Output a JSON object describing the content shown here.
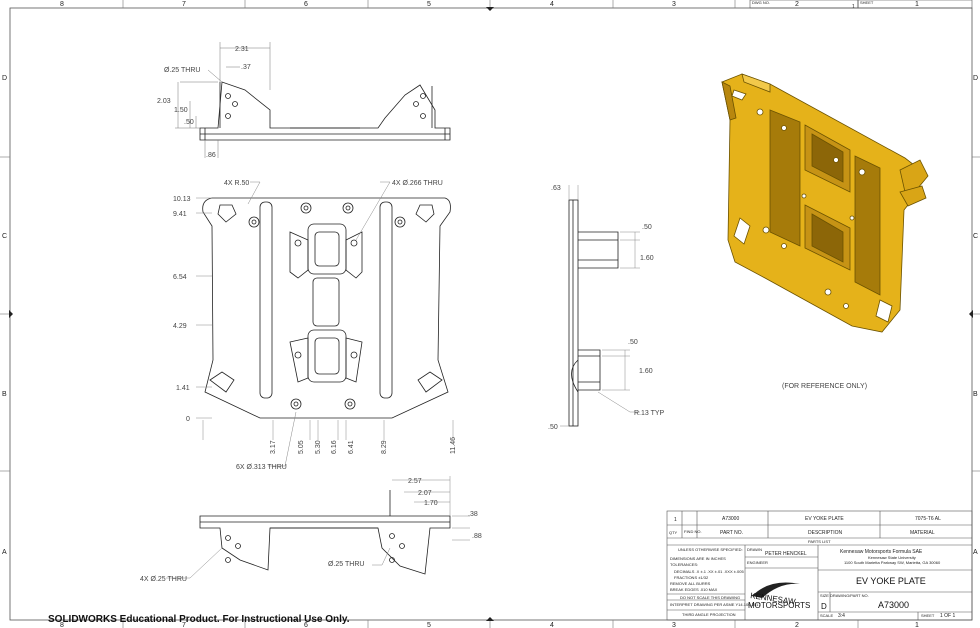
{
  "zones": {
    "top": [
      "8",
      "7",
      "6",
      "5",
      "4",
      "3",
      "2",
      "1"
    ],
    "bottom": [
      "8",
      "7",
      "6",
      "5",
      "4",
      "3",
      "2",
      "1"
    ],
    "left": [
      "D",
      "C",
      "B",
      "A"
    ],
    "right": [
      "D",
      "C",
      "B",
      "A"
    ]
  },
  "top_view": {
    "dims": [
      "2.31",
      ".37",
      "2.03",
      "1.50",
      ".50",
      ".86"
    ],
    "hole_note": "Ø.25 THRU"
  },
  "front_view": {
    "radius_note": "4X R.50",
    "hole_note": "4X Ø.266 THRU",
    "hole_note2": "6X Ø.313 THRU",
    "left_dims": [
      "10.13",
      "9.41",
      "6.54",
      "4.29",
      "1.41",
      "0"
    ],
    "bottom_dims": [
      "3.17",
      "5.05",
      "5.30",
      "6.16",
      "6.41",
      "8.29",
      "11.46"
    ]
  },
  "side_view": {
    "dims": [
      ".63",
      ".50",
      "1.60",
      ".50",
      "1.60",
      ".50"
    ],
    "radius_note": "R.13 TYP"
  },
  "bottom_view": {
    "dims": [
      "2.57",
      "2.07",
      "1.70",
      ".38",
      ".88"
    ],
    "hole_note_left": "4X Ø.25 THRU",
    "hole_note_right": "Ø.25 THRU"
  },
  "reference_note": "(FOR REFERENCE ONLY)",
  "title_block": {
    "dwg_no_label": "DWG NO.",
    "sheet_label": "SHEET",
    "sheet_top": "1",
    "parts_row": {
      "qty": "1",
      "part_no": "A73000",
      "description": "EV YOKE PLATE",
      "material": "7075-T6 AL"
    },
    "headers": {
      "qty": "QTY",
      "find_no": "FIND NO.",
      "part_no": "PART NO.",
      "description": "DESCRIPTION",
      "material": "MATERIAL"
    },
    "parts_list": "PARTS LIST",
    "unless": "UNLESS OTHERWISE SPECIFIED:",
    "dims_note": "DIMENSIONS ARE IN INCHES",
    "tolerances": "TOLERANCES:",
    "decimals": "DECIMALS .X ±.1 .XX ±.01 .XXX ±.005",
    "fractions": "FRACTIONS ±1/32",
    "burrs": "REMOVE ALL BURRS",
    "break_edges": "BREAK EDGES .010 MAX",
    "do_not_scale": "DO NOT SCALE THIS DRAWING",
    "interpret": "INTERPRET DRAWING PER ASME Y14.100-2017",
    "projection": "THIRD ANGLE PROJECTION",
    "drawn_label": "DRAWN",
    "drawn_by": "PETER HENCKEL",
    "engineer_label": "ENGINEER",
    "company": "Kennesaw Motorsports Formula SAE",
    "university": "Kennesaw State University",
    "address": "1100 South Marietta Parkway SW, Marietta, GA 30060",
    "title": "EV YOKE PLATE",
    "size_label": "SIZE DRAWING/PART NO.",
    "size": "D",
    "part_no": "A73000",
    "scale_label": "SCALE",
    "scale": "3:4",
    "sheet_label_bottom": "SHEET",
    "sheet_value": "1 OF 1",
    "logo_line1": "KENNESAW",
    "logo_line2": "MOTORSPORTS"
  },
  "footer": "SOLIDWORKS Educational Product. For Instructional Use Only."
}
